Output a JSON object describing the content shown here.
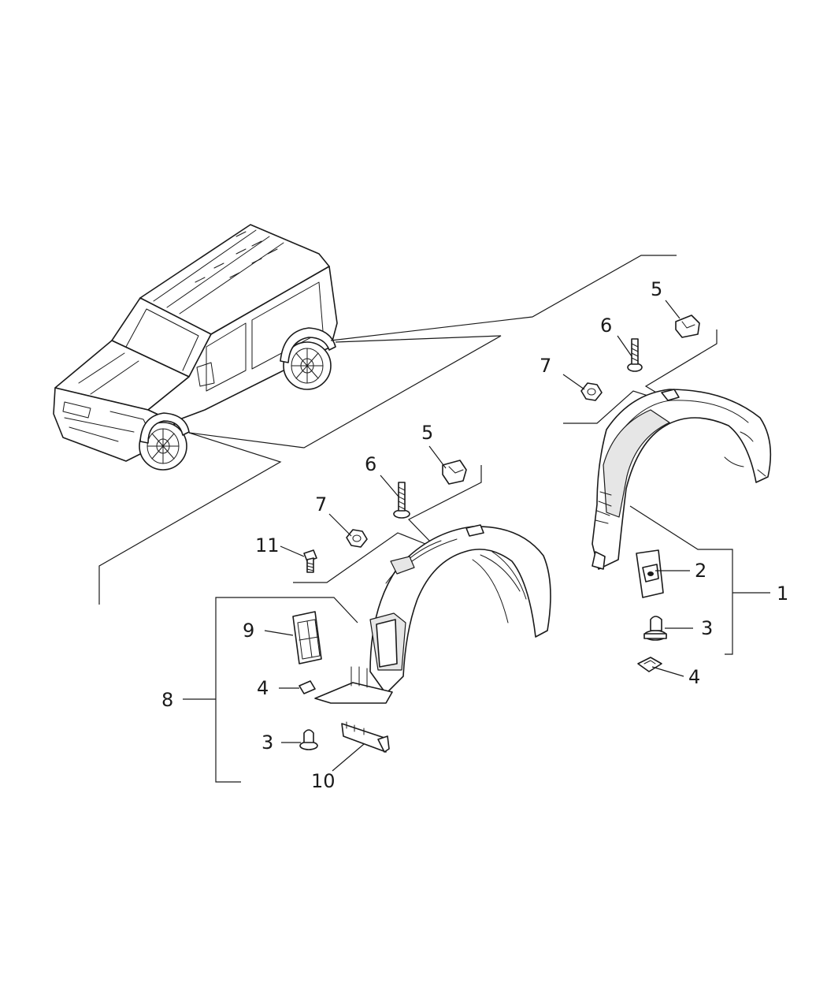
{
  "callouts": {
    "c1": "1",
    "c2": "2",
    "c3_rear": "3",
    "c4_rear": "4",
    "c5_rear": "5",
    "c6_rear": "6",
    "c7_rear": "7",
    "c5_front": "5",
    "c6_front": "6",
    "c7_front": "7",
    "c8": "8",
    "c9": "9",
    "c4_front": "4",
    "c3_front": "3",
    "c10": "10",
    "c11": "11"
  }
}
